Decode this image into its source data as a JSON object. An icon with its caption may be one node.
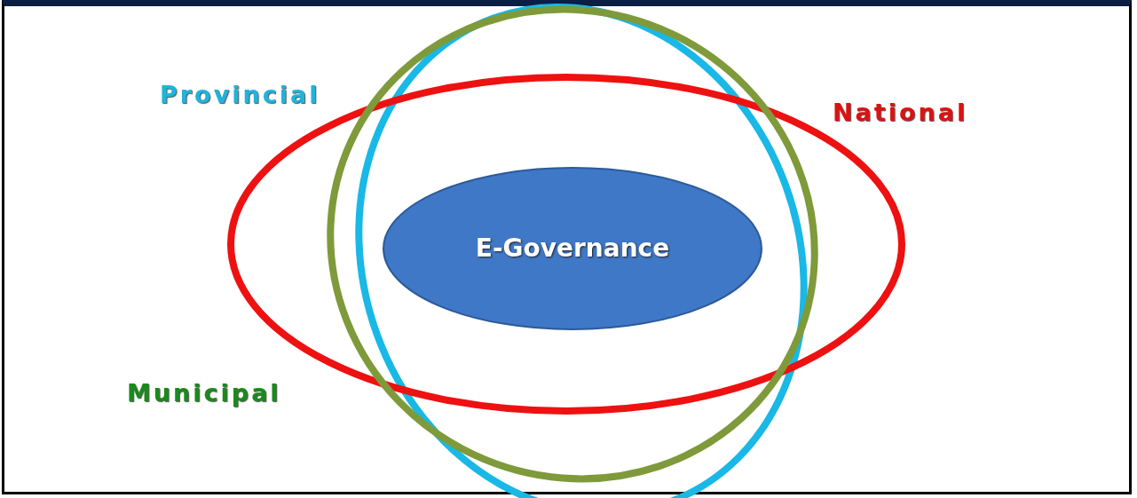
{
  "diagram": {
    "nodes": [
      {
        "text": [
          "Provincial"
        ]
      },
      {
        "text": [
          "National"
        ]
      },
      {
        "text": [
          "E-Governance"
        ]
      },
      {
        "text": [
          "Municipal"
        ]
      }
    ]
  }
}
